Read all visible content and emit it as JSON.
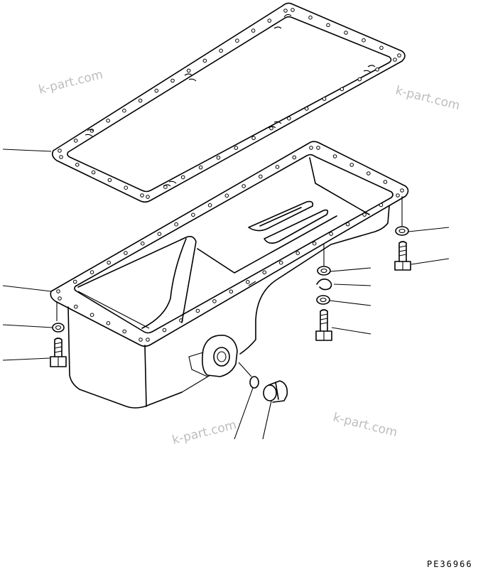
{
  "watermarks": [
    "k-part.com",
    "k-part.com",
    "k-part.com",
    "k-part.com"
  ],
  "drawing_code": "PE36966"
}
